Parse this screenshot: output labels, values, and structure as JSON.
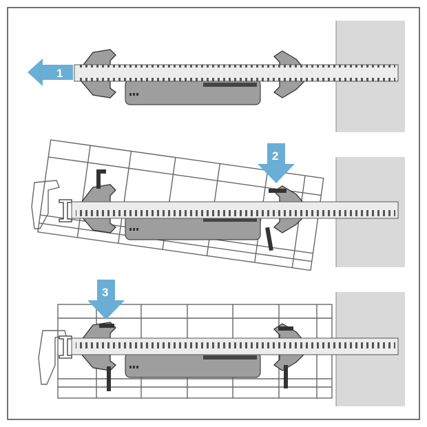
{
  "steps": [
    {
      "number": "1"
    },
    {
      "number": "2"
    },
    {
      "number": "3"
    }
  ],
  "colors": {
    "arrow": "#6aaed6",
    "wall": "#d9d9d9",
    "bracket": "#9e9e9e",
    "band": "#ececec",
    "frame": "#444444"
  }
}
